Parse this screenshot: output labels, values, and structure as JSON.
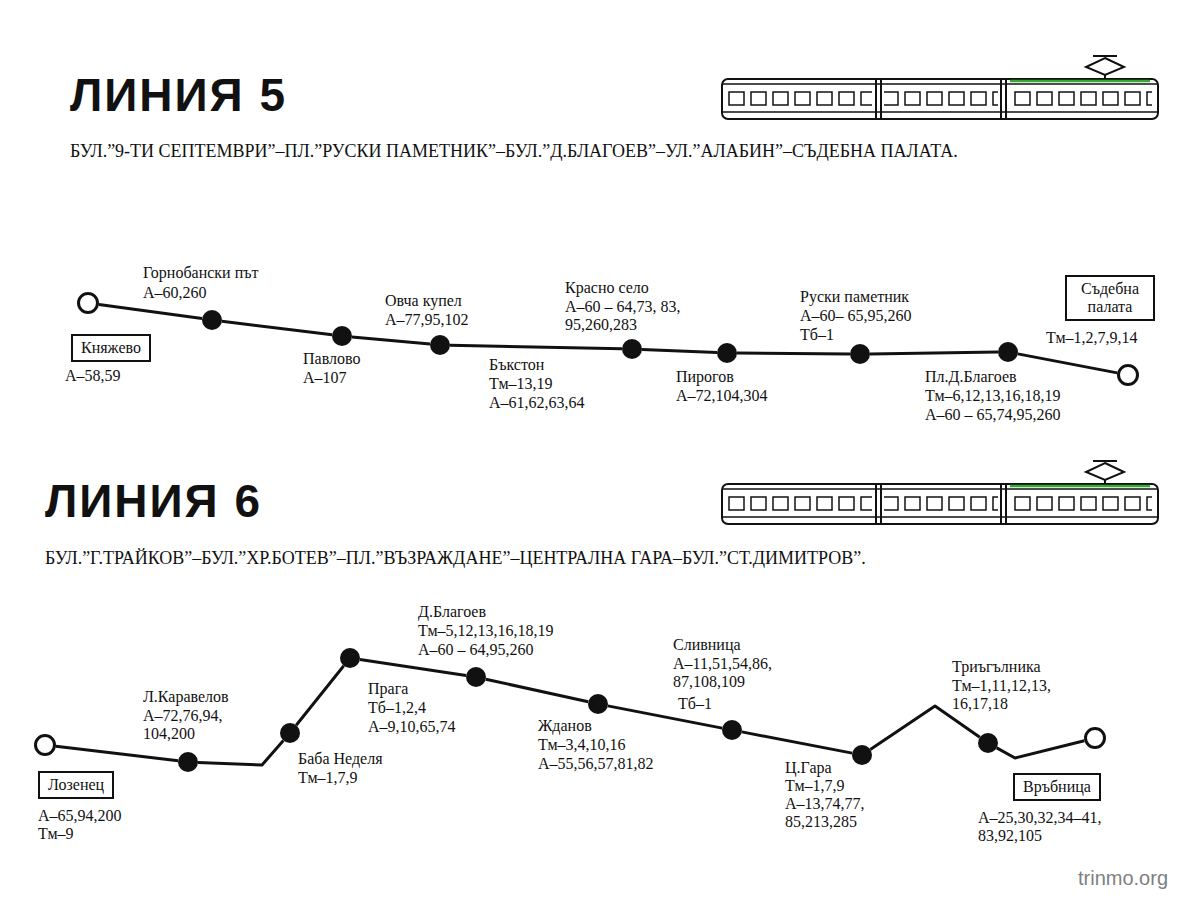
{
  "diagram": {
    "nodes": [
      {
        "text": [
          "Княжево",
          "А–58,59"
        ]
      },
      {
        "text": [
          "Горнобански път",
          "А–60,260"
        ]
      },
      {
        "text": [
          "Павлово",
          "А–107"
        ]
      },
      {
        "text": [
          "Овча купел",
          "А–77,95,102"
        ]
      },
      {
        "text": [
          "Красно село",
          "А–60 – 64,73, 83, 95,260,283",
          "Бъкстон",
          "Тм–13,19",
          "А–61,62,63,64"
        ]
      },
      {
        "text": [
          "Пирогов",
          "А–72,104,304"
        ]
      },
      {
        "text": [
          "Руски паметник",
          "А–60– 65,95,260",
          "Тб–1"
        ]
      },
      {
        "text": [
          "Пл.Д.Благоев",
          "Тм–6,12,13,16,18,19",
          "А–60 – 65,74,95,260"
        ]
      },
      {
        "text": [
          "Съдебна палата",
          "Тм–1,2,7,9,14"
        ]
      },
      {
        "text": [
          "Лозенец",
          "А–65,94,200",
          "Тм–9"
        ]
      },
      {
        "text": [
          "Л.Каравелов",
          "А–72,76,94, 104,200"
        ]
      },
      {
        "text": [
          "Баба Неделя",
          "Тм–1,7,9"
        ]
      },
      {
        "text": [
          "Прага",
          "Тб–1,2,4",
          "А–9,10,65,74"
        ]
      },
      {
        "text": [
          "Д.Благоев",
          "Тм–5,12,13,16,18,19",
          "А–60 – 64,95,260"
        ]
      },
      {
        "text": [
          "Жданов",
          "Тм–3,4,10,16",
          "А–55,56,57,81,82"
        ]
      },
      {
        "text": [
          "Сливница",
          "А–11,51,54,86, 87,108,109",
          "Тб–1"
        ]
      },
      {
        "text": [
          "Ц.Гара",
          "Тм–1,7,9",
          "А–13,74,77, 85,213,285"
        ]
      },
      {
        "text": [
          "Триъгълника",
          "Тм–1,11,12,13, 16,17,18"
        ]
      },
      {
        "text": [
          "Връбница",
          "А–25,30,32,34–41, 83,92,105"
        ]
      }
    ],
    "edges": [
      {
        "from": 0,
        "to": 1,
        "arrow": "none"
      },
      {
        "from": 1,
        "to": 2,
        "arrow": "none"
      },
      {
        "from": 2,
        "to": 3,
        "arrow": "none"
      },
      {
        "from": 3,
        "to": 4,
        "arrow": "none"
      },
      {
        "from": 4,
        "to": 5,
        "arrow": "none"
      },
      {
        "from": 5,
        "to": 6,
        "arrow": "none"
      },
      {
        "from": 6,
        "to": 7,
        "arrow": "none"
      },
      {
        "from": 7,
        "to": 8,
        "arrow": "none"
      },
      {
        "from": 9,
        "to": 10,
        "arrow": "none"
      },
      {
        "from": 10,
        "to": 11,
        "arrow": "none"
      },
      {
        "from": 11,
        "to": 12,
        "arrow": "none"
      },
      {
        "from": 12,
        "to": 13,
        "arrow": "none"
      },
      {
        "from": 13,
        "to": 14,
        "arrow": "none"
      },
      {
        "from": 14,
        "to": 15,
        "arrow": "none"
      },
      {
        "from": 15,
        "to": 16,
        "arrow": "none"
      },
      {
        "from": 16,
        "to": 17,
        "arrow": "none"
      },
      {
        "from": 17,
        "to": 18,
        "arrow": "none"
      }
    ],
    "labels": [
      "ЛИНИЯ 5",
      "БУЛ.”9-ТИ СЕПТЕМВРИ”–ПЛ.”РУСКИ ПАМЕТНИК”–БУЛ.”Д.БЛАГОЕВ”–УЛ.”АЛАБИН”–СЪДЕБНА ПАЛАТА.",
      "ЛИНИЯ 6",
      "БУЛ.”Г.ТРАЙКОВ”–БУЛ.”ХР.БОТЕВ”–ПЛ.”ВЪЗРАЖДАНЕ”–ЦЕНТРАЛНА ГАРА–БУЛ.”СТ.ДИМИТРОВ”.",
      "trinmo.org"
    ]
  }
}
